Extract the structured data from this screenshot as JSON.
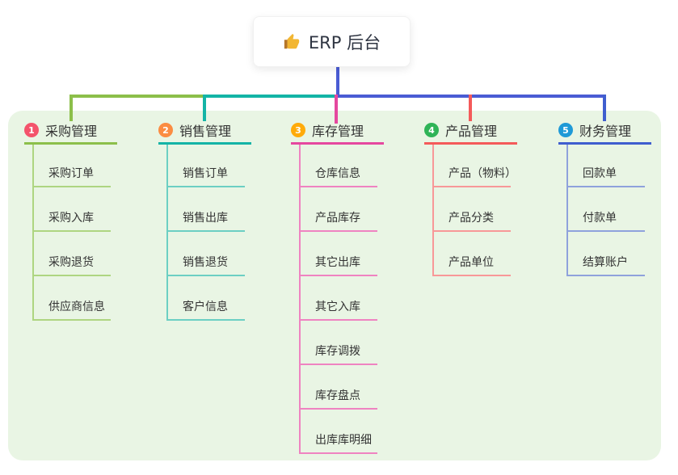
{
  "root": {
    "label": "ERP 后台",
    "icon": "thumbs-up-icon"
  },
  "colors": {
    "canvas_bg": "#ffffff",
    "panel_bg": "#e9f5e4",
    "root_connector": "#4a5cd4",
    "node_text": "#2f3542",
    "item_text": "#333333",
    "thumb_icon": "#f2b632"
  },
  "branches": [
    {
      "badge": "1",
      "label": "采购管理",
      "badge_color": "#f4536b",
      "line_color": "#8cbf4a",
      "sub_line_color": "#aed581",
      "children": [
        "采购订单",
        "采购入库",
        "采购退货",
        "供应商信息"
      ]
    },
    {
      "badge": "2",
      "label": "销售管理",
      "badge_color": "#fb8c42",
      "line_color": "#14b4a6",
      "sub_line_color": "#6ccfc3",
      "children": [
        "销售订单",
        "销售出库",
        "销售退货",
        "客户信息"
      ]
    },
    {
      "badge": "3",
      "label": "库存管理",
      "badge_color": "#ffab0a",
      "line_color": "#e5489f",
      "sub_line_color": "#ef83c1",
      "children": [
        "仓库信息",
        "产品库存",
        "其它出库",
        "其它入库",
        "库存调拨",
        "库存盘点",
        "出库库明细"
      ]
    },
    {
      "badge": "4",
      "label": "产品管理",
      "badge_color": "#2fb457",
      "line_color": "#f45a5a",
      "sub_line_color": "#f89898",
      "children": [
        "产品（物料）",
        "产品分类",
        "产品单位"
      ]
    },
    {
      "badge": "5",
      "label": "财务管理",
      "badge_color": "#1f9ad7",
      "line_color": "#3f5ecf",
      "sub_line_color": "#8fa2dc",
      "children": [
        "回款单",
        "付款单",
        "结算账户"
      ]
    }
  ]
}
